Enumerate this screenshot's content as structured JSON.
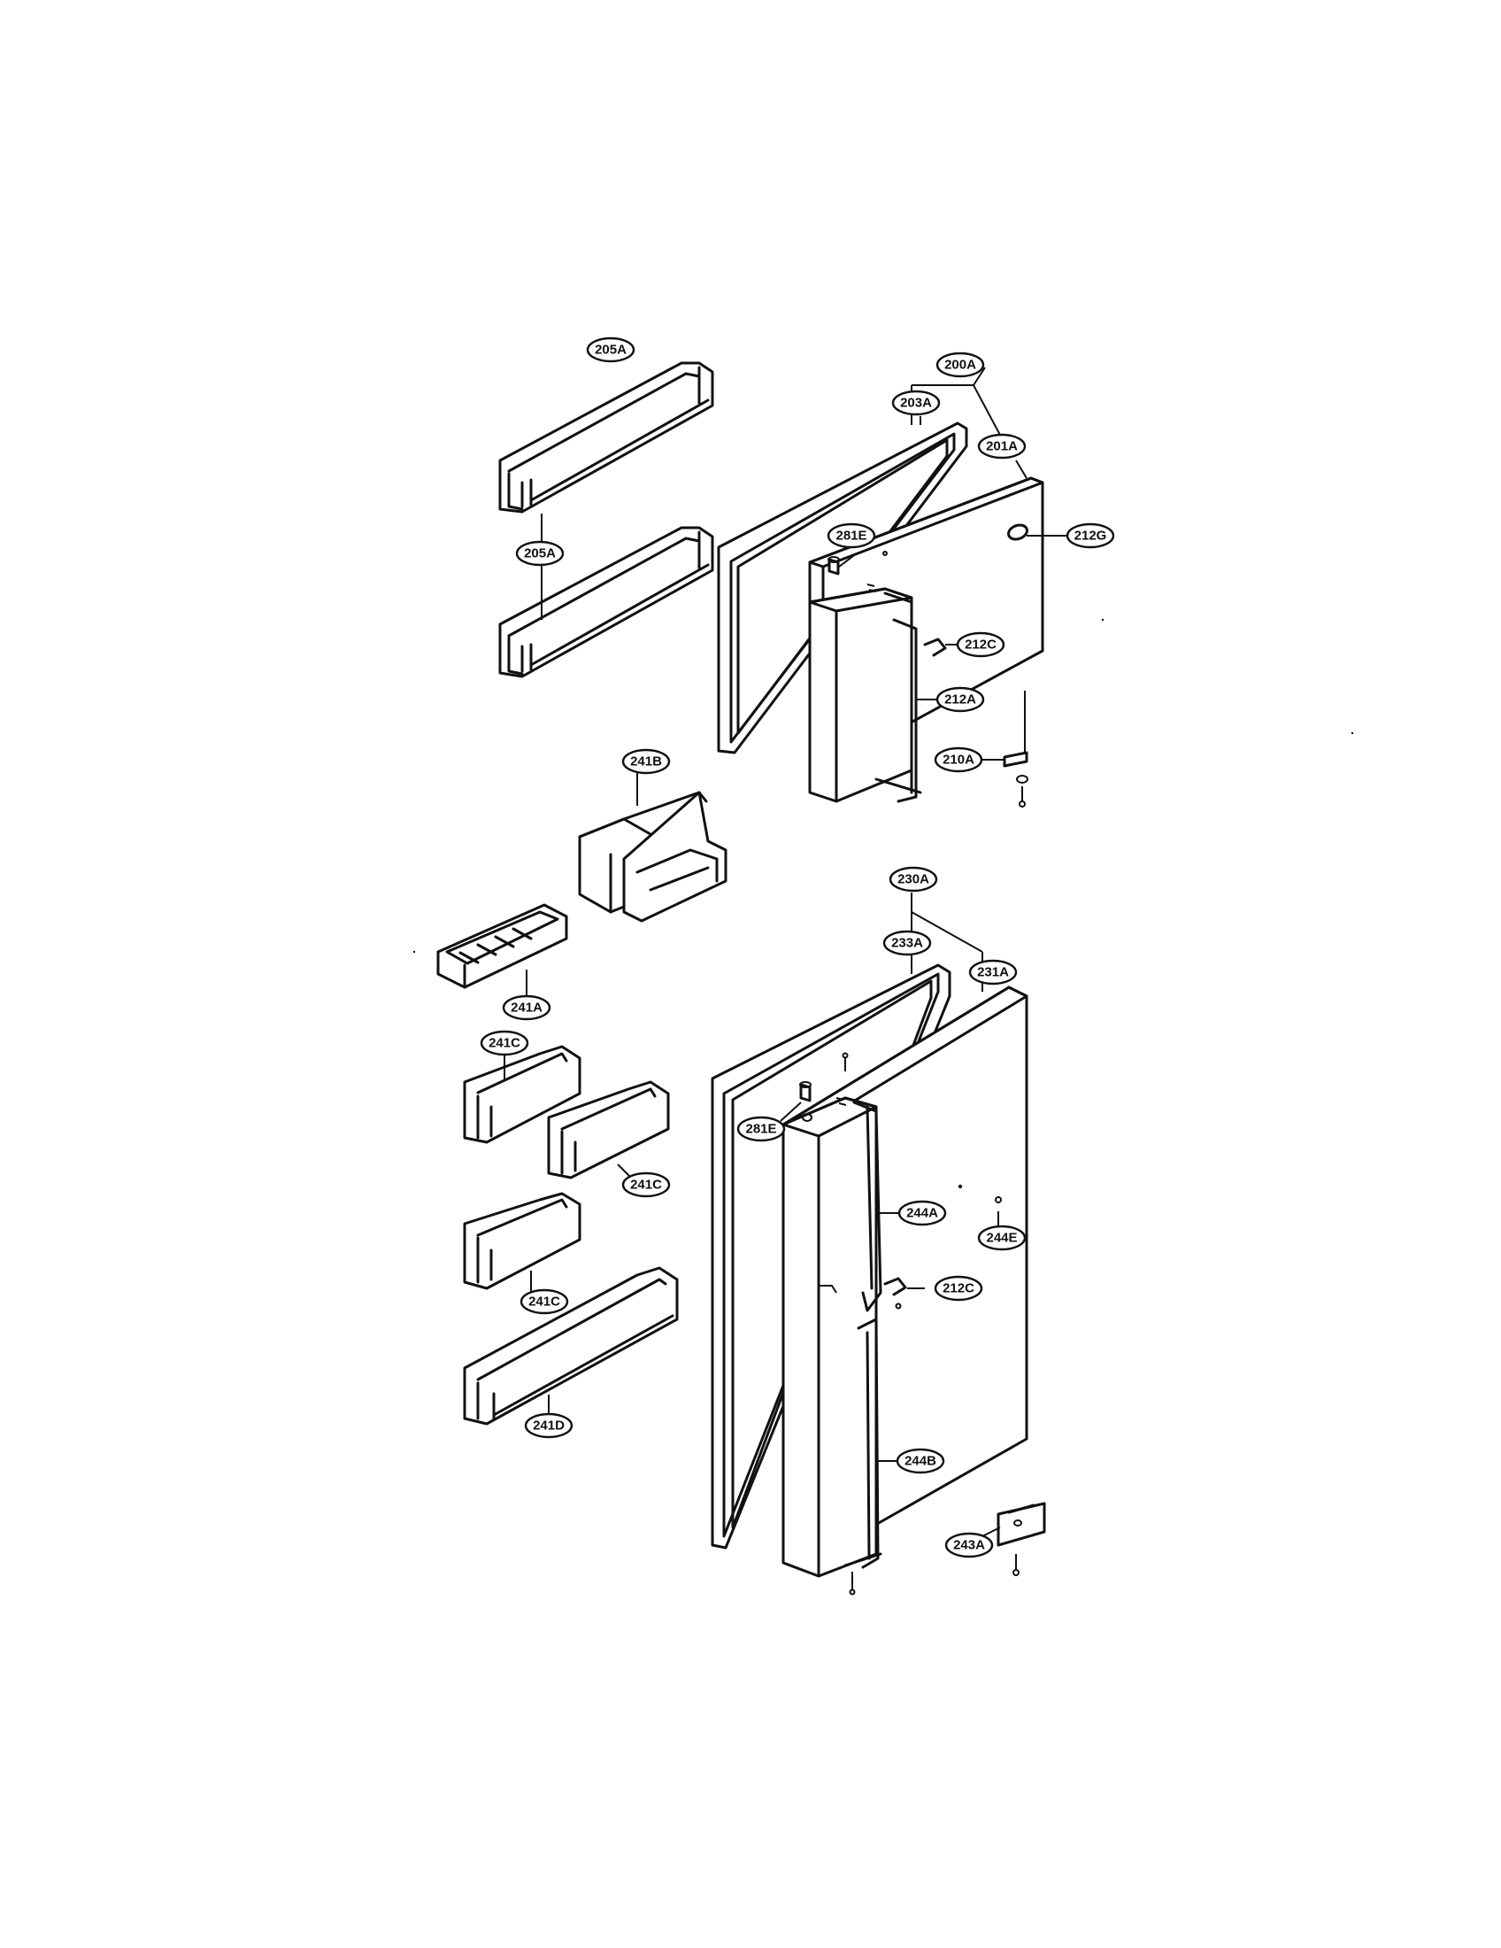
{
  "callouts": {
    "c205A_top": "205A",
    "c205A_bottom": "205A",
    "c200A": "200A",
    "c203A": "203A",
    "c201A": "201A",
    "c212G": "212G",
    "c281E_top": "281E",
    "c212C_top": "212C",
    "c212A": "212A",
    "c210A": "210A",
    "c241B": "241B",
    "c241A": "241A",
    "c230A": "230A",
    "c233A": "233A",
    "c231A": "231A",
    "c241C_1": "241C",
    "c241C_2": "241C",
    "c241C_3": "241C",
    "c281E_bottom": "281E",
    "c244A": "244A",
    "c244E": "244E",
    "c212C_bottom": "212C",
    "c241D": "241D",
    "c244B": "244B",
    "c243A": "243A"
  }
}
